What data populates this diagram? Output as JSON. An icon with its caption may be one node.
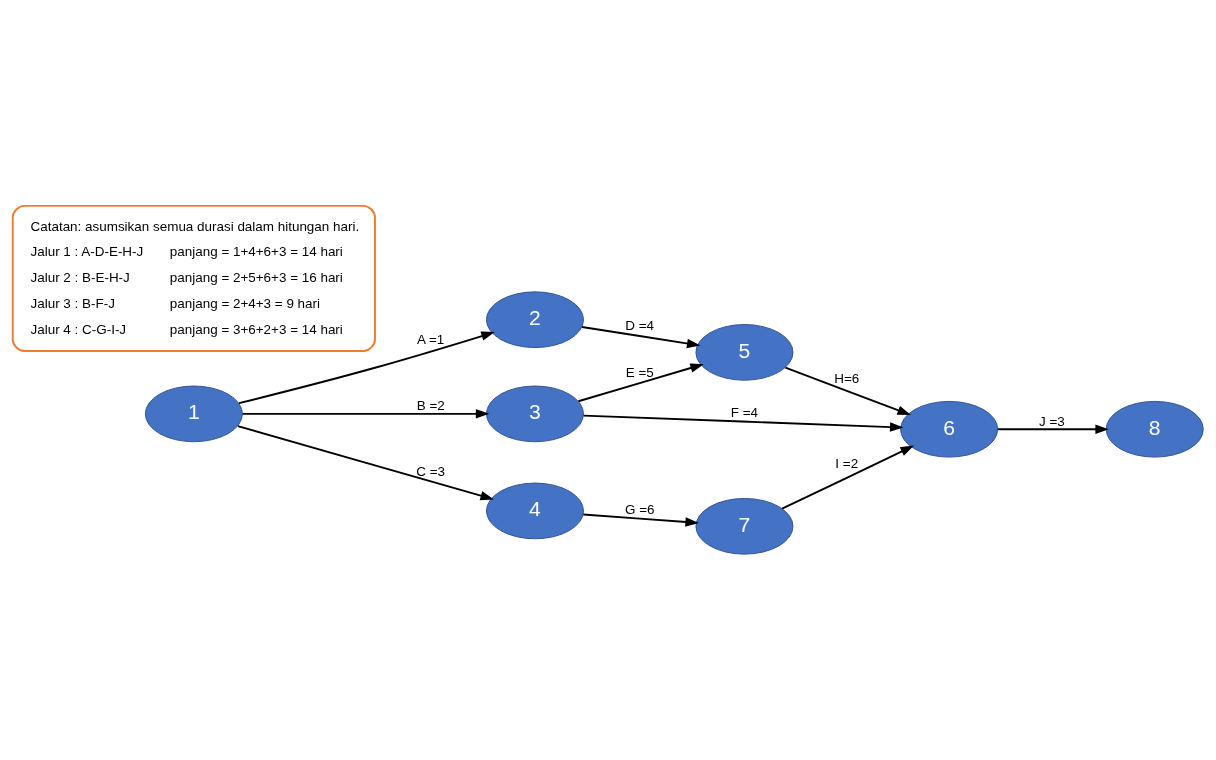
{
  "diagram": {
    "nodes": [
      {
        "text": [
          "1"
        ]
      },
      {
        "text": [
          "2"
        ]
      },
      {
        "text": [
          "3"
        ]
      },
      {
        "text": [
          "4"
        ]
      },
      {
        "text": [
          "5"
        ]
      },
      {
        "text": [
          "6"
        ]
      },
      {
        "text": [
          "7"
        ]
      },
      {
        "text": [
          "8"
        ]
      },
      {
        "text": [
          "Catatan: asumsikan semua durasi dalam hitungan hari.",
          "Jalur 1 : A-D-E-H-J",
          "panjang = 1+4+6+3 = 14 hari",
          "Jalur 2 : B-E-H-J",
          "panjang = 2+5+6+3 = 16 hari",
          "Jalur 3 : B-F-J",
          "panjang = 2+4+3 = 9 hari",
          "Jalur 4 : C-G-I-J",
          "panjang = 3+6+2+3 = 14 hari"
        ]
      }
    ],
    "edges": [
      {
        "from": 0,
        "to": 1,
        "arrow": "to",
        "label": "A =1"
      },
      {
        "from": 0,
        "to": 2,
        "arrow": "to",
        "label": "B =2"
      },
      {
        "from": 0,
        "to": 3,
        "arrow": "to",
        "label": "C =3"
      },
      {
        "from": 1,
        "to": 4,
        "arrow": "to",
        "label": "D =4"
      },
      {
        "from": 2,
        "to": 4,
        "arrow": "to",
        "label": "E =5"
      },
      {
        "from": 2,
        "to": 5,
        "arrow": "to",
        "label": "F =4"
      },
      {
        "from": 4,
        "to": 5,
        "arrow": "to",
        "label": "H=6"
      },
      {
        "from": 3,
        "to": 6,
        "arrow": "to",
        "label": "G =6"
      },
      {
        "from": 6,
        "to": 5,
        "arrow": "to",
        "label": "I =2"
      },
      {
        "from": 5,
        "to": 7,
        "arrow": "to",
        "label": "J =3"
      }
    ]
  }
}
